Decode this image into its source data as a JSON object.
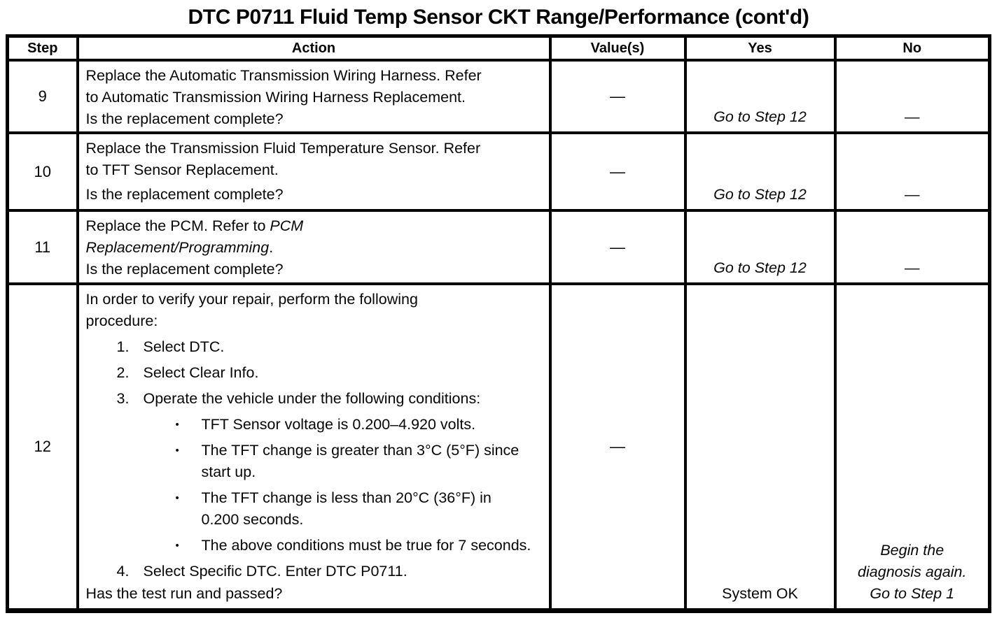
{
  "title": "DTC P0711 Fluid Temp Sensor CKT Range/Performance (cont'd)",
  "glyphs": {
    "bullet": "•"
  },
  "table": {
    "headers": [
      "Step",
      "Action",
      "Value(s)",
      "Yes",
      "No"
    ],
    "rows": [
      {
        "step": "9",
        "action": [
          {
            "pre": "Replace the Automatic Transmission Wiring Harness. Refer",
            "it": "",
            "post": ""
          },
          {
            "pre": "to Automatic Transmission Wiring Harness Replacement.",
            "it": "",
            "post": ""
          }
        ],
        "question": "Is the replacement complete?",
        "value": "—",
        "yes": "Go to Step 12",
        "no": "—"
      },
      {
        "step": "10",
        "action": [
          {
            "pre": "Replace the Transmission Fluid Temperature Sensor. Refer",
            "it": "",
            "post": ""
          },
          {
            "pre": "to TFT Sensor Replacement.",
            "it": "",
            "post": ""
          }
        ],
        "question": "Is the replacement complete?",
        "value": "—",
        "yes": "Go to Step 12",
        "no": "—"
      },
      {
        "step": "11",
        "action": [
          {
            "pre": "Replace the PCM. Refer to ",
            "it": "PCM",
            "post": ""
          },
          {
            "pre": "",
            "it": "Replacement/Programming",
            "post": "."
          }
        ],
        "question": "Is the replacement complete?",
        "value": "—",
        "yes": "Go to Step 12",
        "no": "—"
      },
      {
        "step": "12",
        "intro": [
          "In order to verify your repair, perform the following",
          "procedure:"
        ],
        "items": [
          {
            "num": "1.",
            "text": "Select DTC."
          },
          {
            "num": "2.",
            "text": "Select Clear Info."
          },
          {
            "num": "3.",
            "text": "Operate the vehicle under the following conditions:"
          },
          {
            "num": "4.",
            "text": "Select Specific DTC. Enter DTC P0711."
          }
        ],
        "bullets": [
          [
            "TFT Sensor voltage is 0.200–4.920 volts."
          ],
          [
            "The TFT change is greater than 3°C (5°F) since",
            "start up."
          ],
          [
            "The TFT change is less than 20°C (36°F) in",
            "0.200 seconds."
          ],
          [
            "The above conditions must be true for 7 seconds."
          ]
        ],
        "question": "Has the test run and passed?",
        "value": "—",
        "yes": "System OK",
        "no_lines": [
          "Begin the",
          "diagnosis again.",
          "Go to Step 1"
        ]
      }
    ]
  }
}
